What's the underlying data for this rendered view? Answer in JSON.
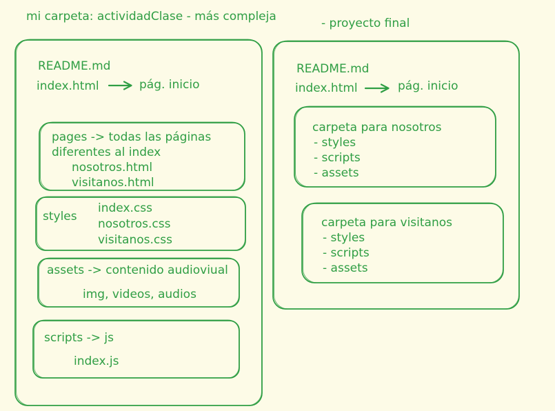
{
  "colors": {
    "background": "#fdfbe7",
    "ink": "#2f9e44"
  },
  "title_left": "mi carpeta: actividadClase - más compleja",
  "title_right": "- proyecto final",
  "left": {
    "readme": "README.md",
    "index": "index.html",
    "index_target": "pág. inicio",
    "pages": {
      "lines": [
        "pages -> todas las páginas",
        "diferentes al index"
      ],
      "files": [
        "nosotros.html",
        "visitanos.html"
      ]
    },
    "styles": {
      "label": "styles",
      "files": [
        "index.css",
        "nosotros.css",
        "visitanos.css"
      ]
    },
    "assets": {
      "label": "assets -> contenido audioviual",
      "content": "img, videos, audios"
    },
    "scripts": {
      "label": "scripts -> js",
      "files": [
        "index.js"
      ]
    }
  },
  "right": {
    "readme": "README.md",
    "index": "index.html",
    "index_target": "pág. inicio",
    "folders": [
      {
        "title": "carpeta para nosotros",
        "items": [
          "- styles",
          "- scripts",
          "- assets"
        ]
      },
      {
        "title": "carpeta para visitanos",
        "items": [
          "- styles",
          "- scripts",
          "- assets"
        ]
      }
    ]
  },
  "icons": {
    "arrow": "arrow-right-icon"
  }
}
